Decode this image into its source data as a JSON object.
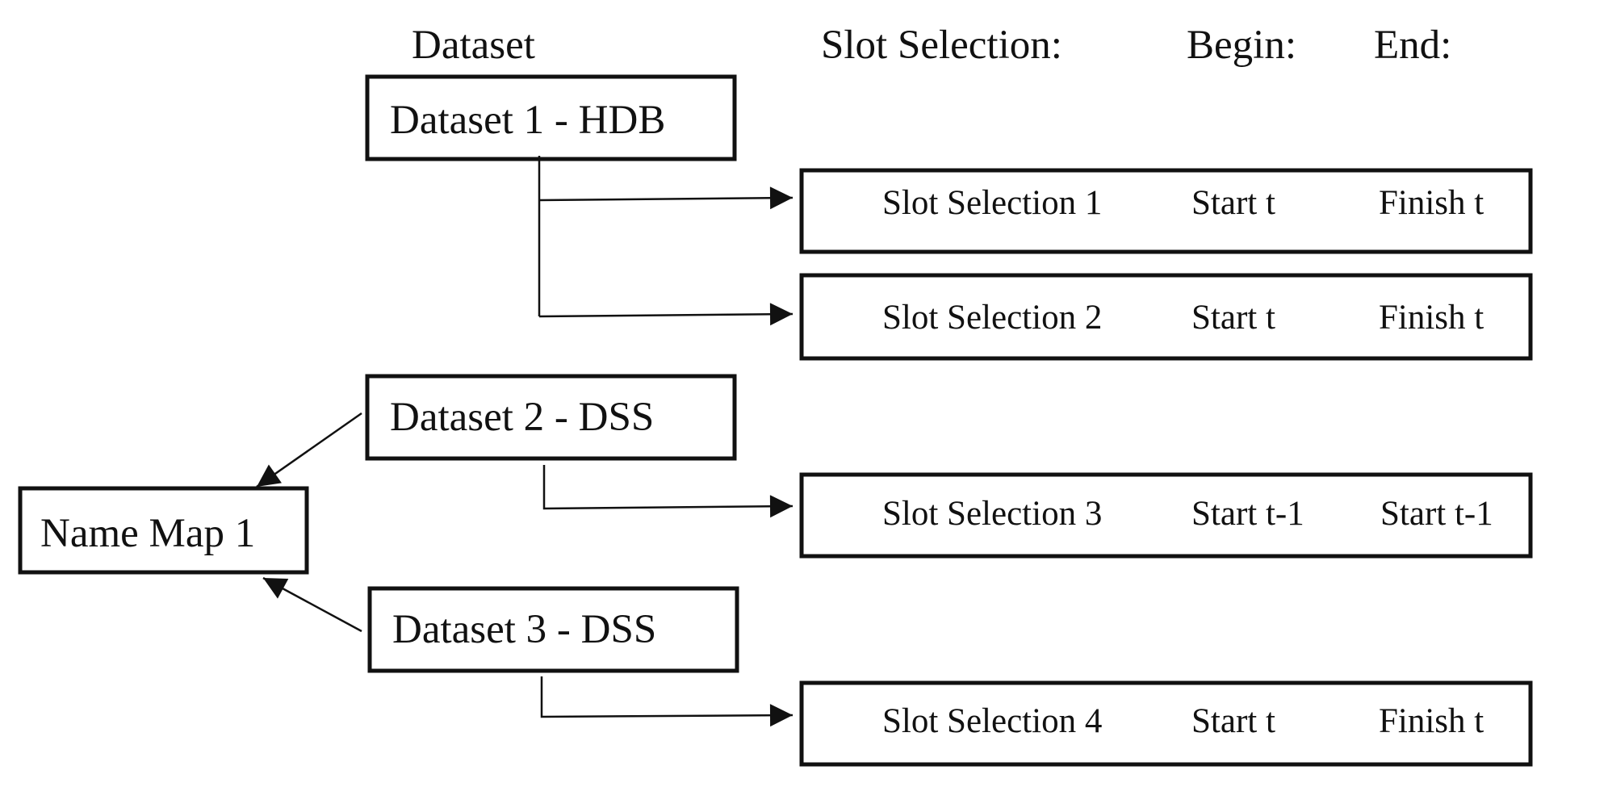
{
  "headers": {
    "dataset": "Dataset",
    "slot_selection": "Slot Selection:",
    "begin": "Begin:",
    "end": "End:"
  },
  "name_map": {
    "label": "Name Map 1"
  },
  "datasets": [
    {
      "label": "Dataset 1 - HDB"
    },
    {
      "label": "Dataset 2 - DSS"
    },
    {
      "label": "Dataset 3 - DSS"
    }
  ],
  "slots": [
    {
      "label": "Slot Selection 1",
      "begin": "Start t",
      "end": "Finish t"
    },
    {
      "label": "Slot Selection 2",
      "begin": "Start t",
      "end": "Finish t"
    },
    {
      "label": "Slot Selection 3",
      "begin": "Start t-1",
      "end": "Start t-1"
    },
    {
      "label": "Slot Selection 4",
      "begin": "Start t",
      "end": "Finish t"
    }
  ],
  "colors": {
    "stroke": "#111111",
    "background": "#ffffff"
  }
}
